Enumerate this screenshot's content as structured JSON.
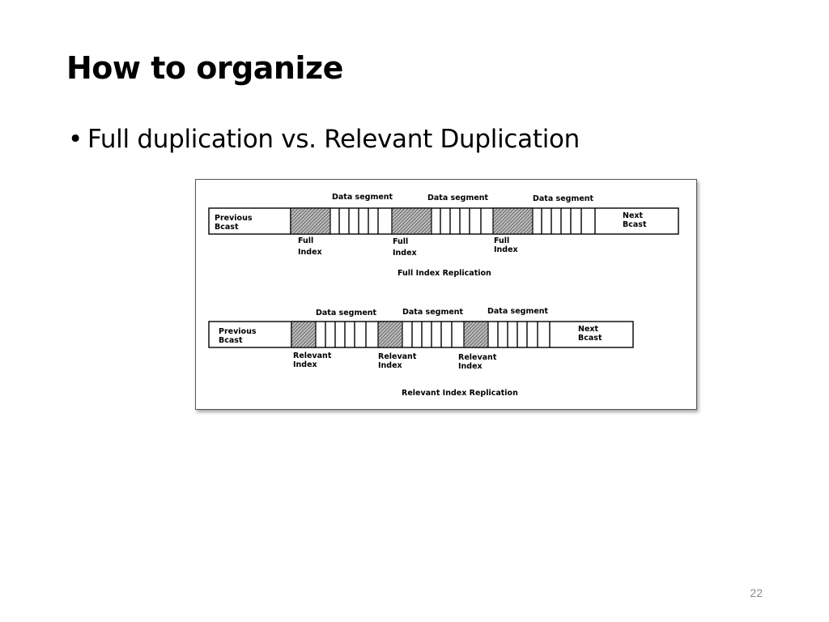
{
  "slide": {
    "title": "How to organize",
    "bullet_char": "•",
    "bullets": [
      "Full duplication vs. Relevant Duplication"
    ],
    "page_number": "22"
  },
  "figure": {
    "top_diagram": {
      "previous_label": [
        "Previous",
        "Bcast"
      ],
      "next_label": [
        "Next",
        "Bcast"
      ],
      "segment_labels": [
        "Data  segment",
        "Data  segment",
        "Data  segment"
      ],
      "index_labels": [
        [
          "Full",
          "Index"
        ],
        [
          "Full",
          "Index"
        ],
        [
          "Full",
          "Index"
        ]
      ],
      "caption": "Full  Index  Replication"
    },
    "bottom_diagram": {
      "previous_label": [
        "Previous",
        "Bcast"
      ],
      "next_label": [
        "Next",
        "Bcast"
      ],
      "segment_labels": [
        "Data  segment",
        "Data  segment",
        "Data  segment"
      ],
      "index_labels": [
        [
          "Relevant",
          "Index"
        ],
        [
          "Relevant",
          "Index"
        ],
        [
          "Relevant",
          "Index"
        ]
      ],
      "caption": "Relevant  Index  Replication"
    }
  }
}
